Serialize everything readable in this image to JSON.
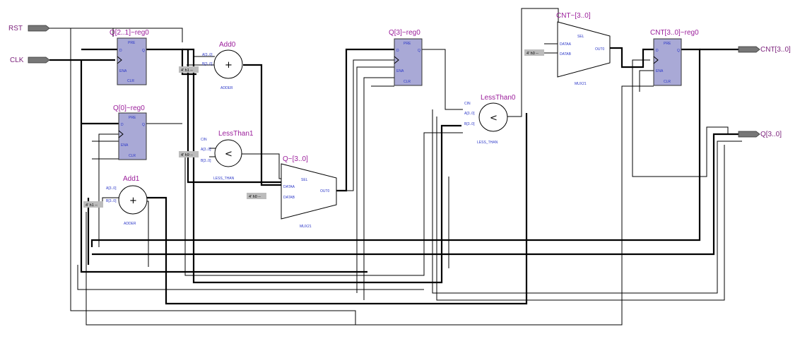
{
  "inputs": [
    {
      "label": "RST"
    },
    {
      "label": "CLK"
    }
  ],
  "outputs": [
    {
      "label": "CNT[3..0]"
    },
    {
      "label": "Q[3..0]"
    }
  ],
  "registers": [
    {
      "title": "Q[2..1]~reg0",
      "pre": "PRE",
      "d": "D",
      "q": "Q",
      "ena": "ENA",
      "clr": "CLR"
    },
    {
      "title": "Q[0]~reg0",
      "pre": "PRE",
      "d": "D",
      "q": "Q",
      "ena": "ENA",
      "clr": "CLR"
    },
    {
      "title": "Q[3]~reg0",
      "pre": "PRE",
      "d": "D",
      "q": "Q",
      "ena": "ENA",
      "clr": "CLR"
    },
    {
      "title": "CNT[3..0]~reg0",
      "pre": "PRE",
      "d": "D",
      "q": "Q",
      "ena": "ENA",
      "clr": "CLR"
    }
  ],
  "adders": [
    {
      "title": "Add0",
      "symbol": "+",
      "sub": "ADDER",
      "a": "A[3..0]",
      "b": "B[3..0]",
      "const": "4' h1 --"
    },
    {
      "title": "Add1",
      "symbol": "+",
      "sub": "ADDER",
      "a": "A[3..0]",
      "b": "B[3..0]",
      "const": "4' h1 --"
    }
  ],
  "comparators": [
    {
      "title": "LessThan1",
      "symbol": "<",
      "sub": "LESS_THAN",
      "cin": "CIN",
      "a": "A[3..0]",
      "b": "B[3..0]",
      "const": "4' h9 --"
    },
    {
      "title": "LessThan0",
      "symbol": "<",
      "sub": "LESS_THAN",
      "cin": "CIN",
      "a": "A[3..0]",
      "b": "B[3..0]"
    }
  ],
  "muxes": [
    {
      "title": "Q~[3..0]",
      "sel": "SEL",
      "da": "DATAA",
      "db": "DATAB",
      "out": "OUT0",
      "sub": "MUX21",
      "const": "4' h0 --"
    },
    {
      "title": "CNT~[3..0]",
      "sel": "SEL",
      "da": "DATAA",
      "db": "DATAB",
      "out": "OUT0",
      "sub": "MUX21",
      "const": "4' h0 --"
    }
  ]
}
